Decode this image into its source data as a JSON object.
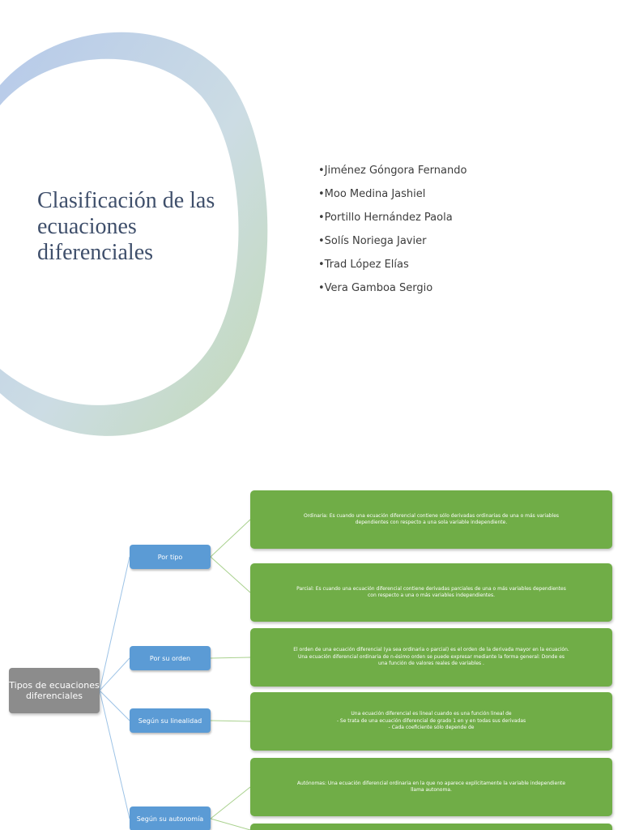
{
  "title_slide": {
    "title": "Clasificación de las ecuaciones diferenciales",
    "authors": [
      "•Jiménez Góngora Fernando",
      "•Moo Medina Jashiel",
      "•Portillo Hernández Paola",
      "•Solís Noriega Javier",
      "•Trad López Elías",
      "•Vera Gamboa Sergio"
    ],
    "colors": {
      "title": "#3f4f6b",
      "ring_start": "#a9c0e6",
      "ring_end": "#b7d3a8"
    }
  },
  "diagram": {
    "root": {
      "label": "Tipos de ecuaciones diferenciales"
    },
    "categories": [
      {
        "label": "Por tipo"
      },
      {
        "label": "Por su orden"
      },
      {
        "label": "Según su linealidad"
      },
      {
        "label": "Según su autonomía"
      }
    ],
    "leaves": [
      {
        "lines": [
          "Ordinaria: Es cuando una ecuación diferencial contiene sólo derivadas ordinarias de una o más variables",
          "dependientes con respecto a una sola variable independiente."
        ]
      },
      {
        "lines": [
          "Parcial: Es cuando una ecuación diferencial contiene derivadas parciales de una o más variables dependientes",
          "con respecto a una o más variables independientes."
        ]
      },
      {
        "lines": [
          "El orden de una ecuación diferencial (ya sea ordinaria o parcial) es el orden de la derivada mayor en la ecuación.",
          "Una ecuación diferencial ordinaria de n-ésimo orden se puede expresar mediante la forma general: Donde es",
          "una función de valores reales de variables ."
        ]
      },
      {
        "lines": [
          "Una ecuación diferencial es lineal cuando es una función lineal de",
          "- Se trata de una ecuación diferencial de grado 1 en y en todas sus derivadas",
          "- Cada coeficiente sólo depende de"
        ]
      },
      {
        "lines": [
          "Autónomas: Una ecuación diferencial ordinaria en la que no aparece explícitamente la variable independiente",
          "llama autonoma."
        ]
      }
    ],
    "colors": {
      "root": "#8c8c8c",
      "category": "#5b9bd5",
      "leaf": "#70ad47",
      "connector": "#9dc3e6"
    }
  }
}
